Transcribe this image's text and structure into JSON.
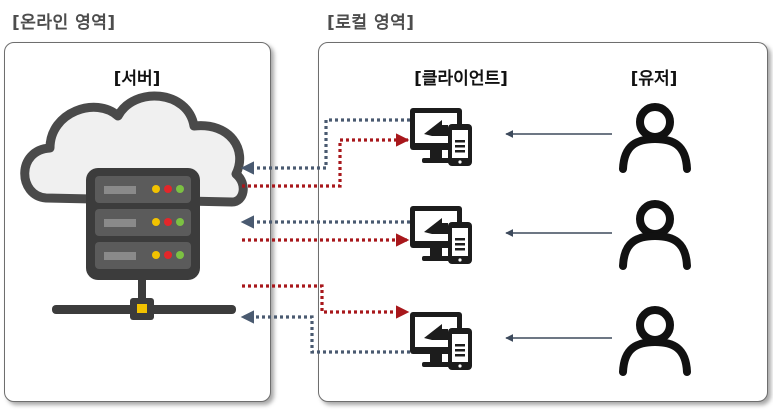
{
  "online_area": {
    "title": "[온라인 영역]",
    "server_label": "[서버]"
  },
  "local_area": {
    "title": "[로컬 영역]",
    "client_label": "[클라이언트]",
    "user_label": "[유저]",
    "client_count": 3,
    "user_count": 3
  },
  "icons": {
    "server": "cloud-server-icon",
    "client": "desktop-mobile-icon",
    "user": "user-icon"
  },
  "colors": {
    "request_arrow": "#a8171b",
    "response_arrow": "#4a5a70",
    "user_arrow": "#3d4a5c",
    "cloud_fill": "#f0f0f0",
    "server_body": "#555555",
    "led_yellow": "#f2c200",
    "led_red": "#e4262a",
    "led_green": "#7cc142"
  }
}
